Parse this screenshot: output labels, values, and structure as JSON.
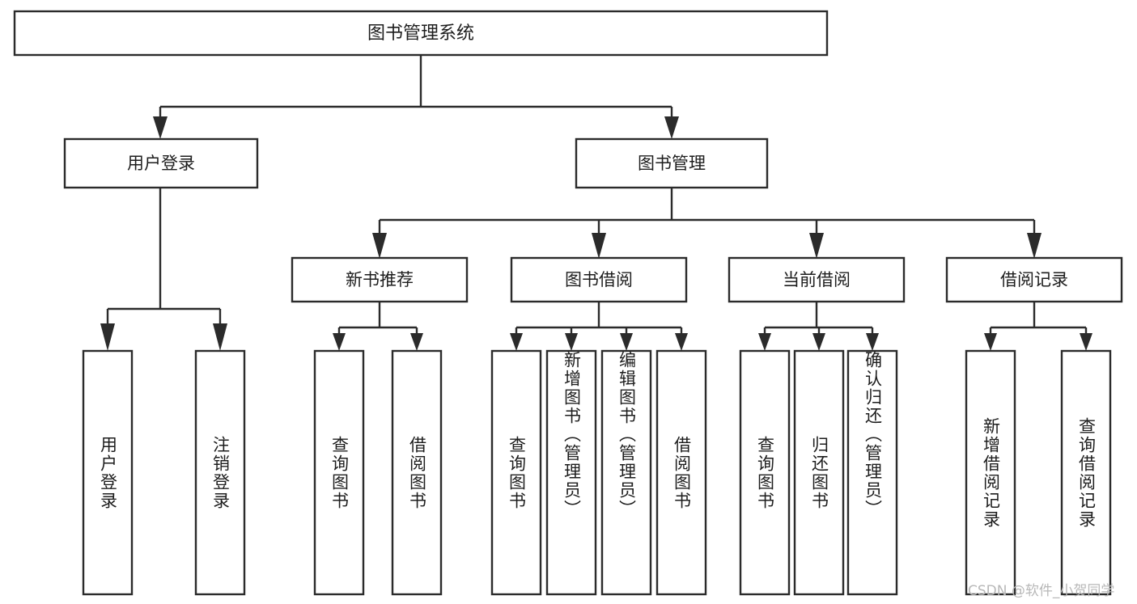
{
  "diagram": {
    "type": "tree-hierarchy-chart",
    "title": "图书管理系统",
    "background_color": "#ffffff",
    "line_color": "#2b2b2b",
    "box_fill": "#ffffff",
    "text_color": "#1d1d1d"
  },
  "root": {
    "label": "图书管理系统"
  },
  "level2": [
    {
      "id": "user-login",
      "label": "用户登录"
    },
    {
      "id": "book-manage",
      "label": "图书管理"
    }
  ],
  "level3": [
    {
      "id": "new-book-recommend",
      "label": "新书推荐"
    },
    {
      "id": "book-borrow",
      "label": "图书借阅"
    },
    {
      "id": "current-borrow",
      "label": "当前借阅"
    },
    {
      "id": "borrow-record",
      "label": "借阅记录"
    }
  ],
  "leaves": {
    "user_login": [
      {
        "id": "leaf-user-login",
        "label": "用户登录"
      },
      {
        "id": "leaf-logout-login",
        "label": "注销登录"
      }
    ],
    "new_book_recommend": [
      {
        "id": "leaf-query-book-1",
        "label": "查询图书"
      },
      {
        "id": "leaf-borrow-book-1",
        "label": "借阅图书"
      }
    ],
    "book_borrow": [
      {
        "id": "leaf-query-book-2",
        "label": "查询图书"
      },
      {
        "id": "leaf-add-book",
        "label": "新增图书（管理员）"
      },
      {
        "id": "leaf-edit-book",
        "label": "编辑图书（管理员）"
      },
      {
        "id": "leaf-borrow-book-2",
        "label": "借阅图书"
      }
    ],
    "current_borrow": [
      {
        "id": "leaf-query-book-3",
        "label": "查询图书"
      },
      {
        "id": "leaf-return-book",
        "label": "归还图书"
      },
      {
        "id": "leaf-confirm-return",
        "label": "确认归还（管理员）"
      }
    ],
    "borrow_record": [
      {
        "id": "leaf-add-borrow-record",
        "label": "新增借阅记录"
      },
      {
        "id": "leaf-query-borrow-record",
        "label": "查询借阅记录"
      }
    ]
  },
  "watermark": {
    "text": "CSDN @软件_小贺同学"
  },
  "chart_data": {
    "type": "table",
    "title": "图书管理系统 功能结构图",
    "nodes": [
      {
        "level": 1,
        "label": "图书管理系统",
        "parent": null
      },
      {
        "level": 2,
        "label": "用户登录",
        "parent": "图书管理系统"
      },
      {
        "level": 2,
        "label": "图书管理",
        "parent": "图书管理系统"
      },
      {
        "level": 3,
        "label": "用户登录",
        "parent": "用户登录"
      },
      {
        "level": 3,
        "label": "注销登录",
        "parent": "用户登录"
      },
      {
        "level": 3,
        "label": "新书推荐",
        "parent": "图书管理"
      },
      {
        "level": 3,
        "label": "图书借阅",
        "parent": "图书管理"
      },
      {
        "level": 3,
        "label": "当前借阅",
        "parent": "图书管理"
      },
      {
        "level": 3,
        "label": "借阅记录",
        "parent": "图书管理"
      },
      {
        "level": 4,
        "label": "查询图书",
        "parent": "新书推荐"
      },
      {
        "level": 4,
        "label": "借阅图书",
        "parent": "新书推荐"
      },
      {
        "level": 4,
        "label": "查询图书",
        "parent": "图书借阅"
      },
      {
        "level": 4,
        "label": "新增图书（管理员）",
        "parent": "图书借阅"
      },
      {
        "level": 4,
        "label": "编辑图书（管理员）",
        "parent": "图书借阅"
      },
      {
        "level": 4,
        "label": "借阅图书",
        "parent": "图书借阅"
      },
      {
        "level": 4,
        "label": "查询图书",
        "parent": "当前借阅"
      },
      {
        "level": 4,
        "label": "归还图书",
        "parent": "当前借阅"
      },
      {
        "level": 4,
        "label": "确认归还（管理员）",
        "parent": "当前借阅"
      },
      {
        "level": 4,
        "label": "新增借阅记录",
        "parent": "借阅记录"
      },
      {
        "level": 4,
        "label": "查询借阅记录",
        "parent": "借阅记录"
      }
    ]
  }
}
